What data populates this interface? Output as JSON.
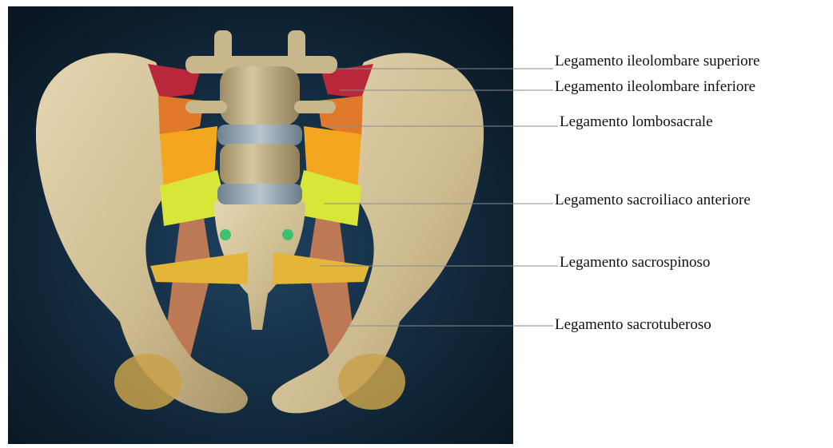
{
  "figure": {
    "background_colors": [
      "#1c3c57",
      "#0a1723"
    ],
    "bone_color": "#d2c29a",
    "ligament_colors": {
      "superiore": "#b8283a",
      "inferiore": "#e07a2a",
      "lombosacrale": "#f2a71f",
      "sacroiliaco": "#d8e63a",
      "sacrospinoso": "#e3b63a",
      "sacrotuberoso": "#cf7f55"
    }
  },
  "labels": [
    {
      "text": "Legamento ileolombare superiore"
    },
    {
      "text": "Legamento ileolombare inferiore"
    },
    {
      "text": "Legamento lombosacrale"
    },
    {
      "text": "Legamento sacroiliaco anteriore"
    },
    {
      "text": "Legamento sacrospinoso"
    },
    {
      "text": "Legamento sacrotuberoso"
    }
  ]
}
